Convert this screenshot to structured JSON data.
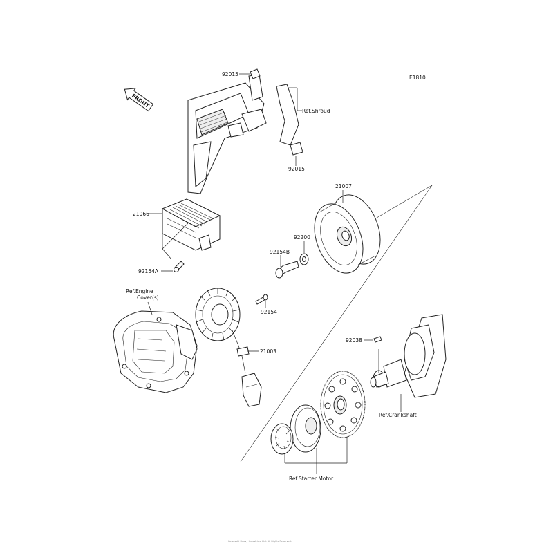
{
  "diagram_code": "E1810",
  "direction_label": "FRONT",
  "labels": {
    "p92015_top": "92015",
    "ref_shroud": "Ref.Shroud",
    "p92015_bottom": "92015",
    "p21007": "21007",
    "p21066": "21066",
    "p92200": "92200",
    "p92154B": "92154B",
    "p92154A": "92154A",
    "ref_engine_cover_line1": "Ref.Engine",
    "ref_engine_cover_line2": "Cover(s)",
    "p92154": "92154",
    "p21003": "21003",
    "p92038": "92038",
    "ref_crankshaft": "Ref.Crankshaft",
    "ref_starter_motor": "Ref.Starter Motor"
  },
  "footer": "Kawasaki Heavy Industries, Ltd. All Rights Reserved."
}
